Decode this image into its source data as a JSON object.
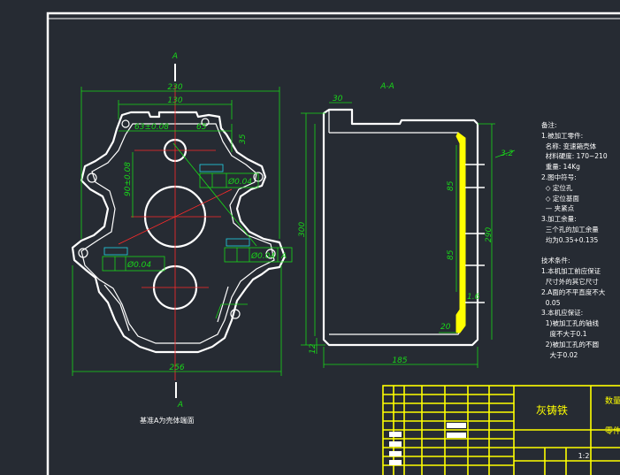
{
  "section_label": "A",
  "section_view_title": "A-A",
  "view_caption": "基准A为壳体端面",
  "front_dims": {
    "overall_width_top": "230",
    "inner_width_top": "130",
    "offset_x": "63±0.08",
    "width_65": "65",
    "height_35": "35",
    "vertical_90": "90±0.08",
    "bottom_width": "256",
    "hole_dia_1": "Ø0.04",
    "hole_dia_2": "Ø0.04",
    "hole_dia_3": "Ø0.04",
    "datum": "A"
  },
  "section_dims": {
    "top_30": "30",
    "height_300": "300",
    "height_290": "290",
    "bottom_185": "185",
    "dim_85a": "85",
    "dim_85b": "85",
    "dim_20": "20",
    "dim_12": "12",
    "rough_1": "3.2",
    "rough_2": "1.6"
  },
  "notes": [
    "备注:",
    "1.被加工零件:",
    "  名称: 变速箱壳体",
    "  材料硬度: 170~210",
    "  重量: 14Kg",
    "2.图中符号:",
    "  ◇ 定位孔",
    "  ◇ 定位基面",
    "  — 夹紧点",
    "3.加工余量:",
    "  三个孔的加工余量",
    "  均为0.35+0.135",
    "",
    "技术条件:",
    "1.本机加工前应保证",
    "  尺寸外的其它尺寸",
    "2.A面的不平直度不大",
    "  0.05",
    "3.本机应保证:",
    "  1)被加工孔的轴线",
    "    度不大于0.1",
    "  2)被加工孔的不圆",
    "    大于0.02"
  ],
  "title_block": {
    "material": "灰铸铁",
    "scale": "1:2",
    "col_a": "数量",
    "col_b": "零件"
  }
}
